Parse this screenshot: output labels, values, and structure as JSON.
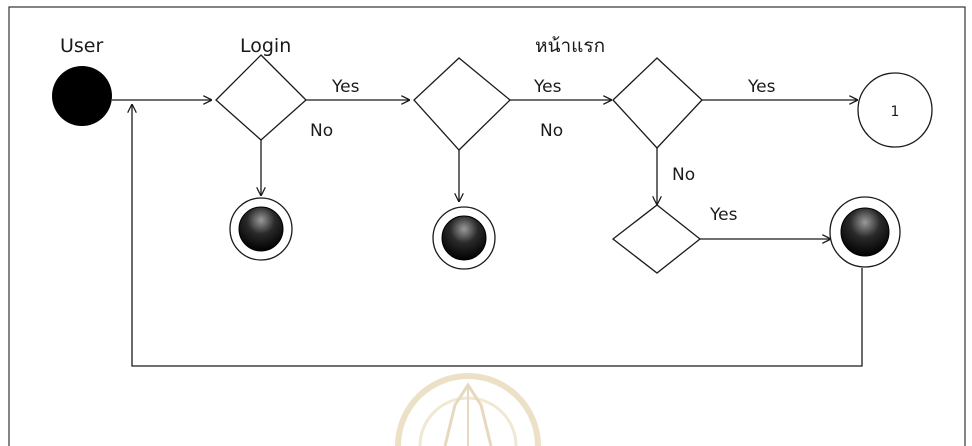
{
  "labels": {
    "user": "User",
    "login": "Login",
    "home": "หน้าแรก",
    "yes_1": "Yes",
    "no_1": "No",
    "yes_2": "Yes",
    "no_2": "No",
    "yes_3": "Yes",
    "no_3": "No",
    "yes_4": "Yes",
    "connector": "1"
  },
  "colors": {
    "line": "#1a1a1a",
    "start_fill": "#000000",
    "watermark": "#c9a860"
  }
}
